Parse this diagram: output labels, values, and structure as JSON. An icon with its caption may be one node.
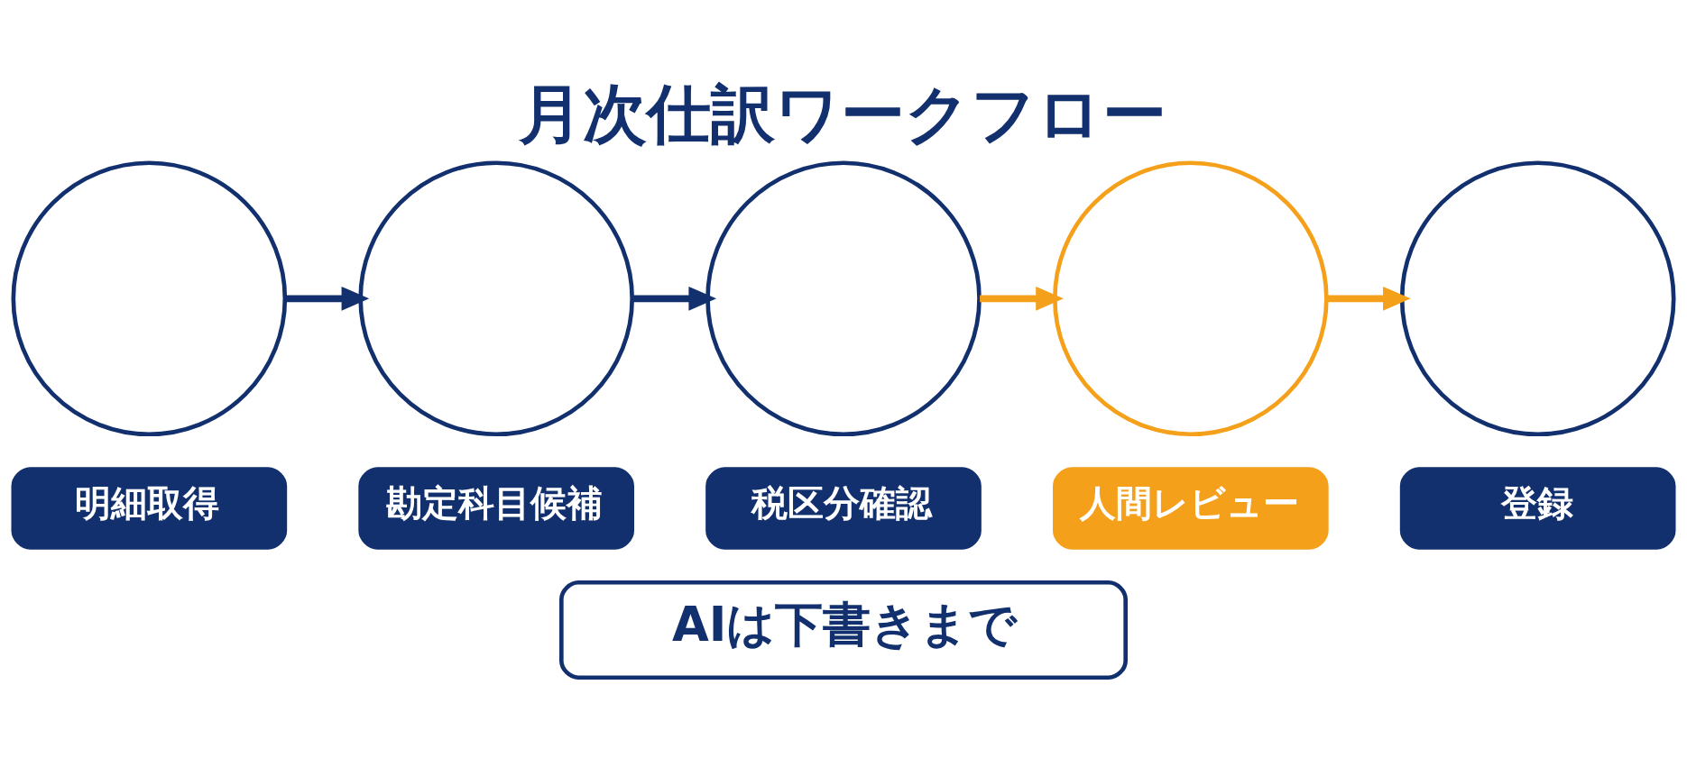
{
  "diagram": {
    "title": "月次仕訳ワークフロー",
    "nodes": [
      {
        "text": [],
        "shape": "circle"
      },
      {
        "text": [],
        "shape": "circle"
      },
      {
        "text": [],
        "shape": "circle"
      },
      {
        "text": [],
        "shape": "circle"
      },
      {
        "text": [],
        "shape": "circle"
      },
      {
        "text": [
          "明細取得"
        ]
      },
      {
        "text": [
          "勘定科目候補"
        ]
      },
      {
        "text": [
          "税区分確認"
        ]
      },
      {
        "text": [
          "人間レビュー"
        ]
      },
      {
        "text": [
          "登録"
        ]
      },
      {
        "text": [
          "AIは下書きまで"
        ]
      }
    ],
    "edges": [
      {
        "from": 0,
        "to": 1,
        "arrow": "to"
      },
      {
        "from": 1,
        "to": 2,
        "arrow": "to"
      },
      {
        "from": 2,
        "to": 3,
        "arrow": "to",
        "color": "#f5a01a"
      },
      {
        "from": 3,
        "to": 4,
        "arrow": "to",
        "color": "#f5a01a"
      }
    ]
  }
}
